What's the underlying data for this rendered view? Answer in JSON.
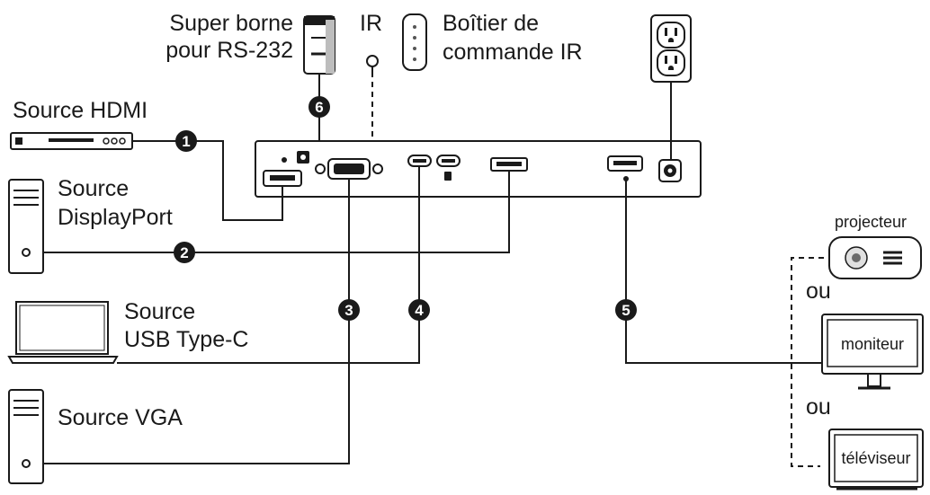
{
  "labels": {
    "rs232_line1": "Super borne",
    "rs232_line2": "pour RS-232",
    "ir": "IR",
    "ir_box_line1": "Boîtier de",
    "ir_box_line2": "commande IR",
    "hdmi_source": "Source HDMI",
    "dp_source_line1": "Source",
    "dp_source_line2": "DisplayPort",
    "usbc_source_line1": "Source",
    "usbc_source_line2": "USB Type-C",
    "vga_source": "Source VGA",
    "projector": "projecteur",
    "monitor": "moniteur",
    "tv": "téléviseur",
    "or_1": "ou",
    "or_2": "ou"
  },
  "badges": [
    "1",
    "2",
    "3",
    "4",
    "5",
    "6"
  ],
  "colors": {
    "ink": "#1a1a1a",
    "background": "#ffffff"
  },
  "icons": [
    "rs232-terminal-icon",
    "ir-sensor-icon",
    "ir-remote-icon",
    "power-outlet-icon",
    "hdmi-player-icon",
    "desktop-tower-icon",
    "laptop-icon",
    "projector-icon",
    "monitor-icon",
    "television-icon"
  ]
}
